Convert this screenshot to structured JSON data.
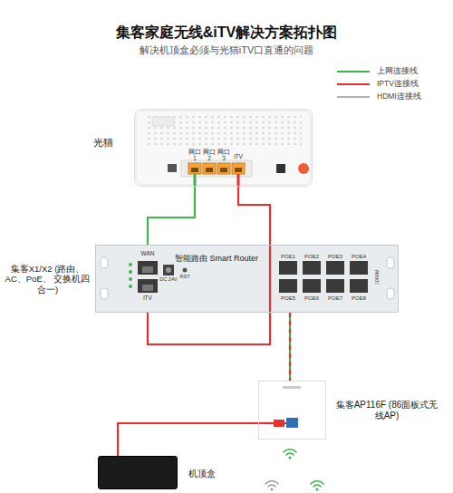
{
  "diagram": {
    "title": "集客家庭无线&iTV解决方案拓扑图",
    "nodes": [
      {
        "text": [
          "光猫"
        ]
      },
      {
        "text": [
          "集客X1/X2 (路由、AC、PoE、 交换机四合一)",
          "智能路由 Smart Router"
        ]
      },
      {
        "text": [
          "集客AP116F (86面板式无线AP)"
        ]
      },
      {
        "text": [
          "机顶盒"
        ]
      }
    ],
    "edges": [
      {
        "from": 0,
        "to": 1,
        "arrow": "none"
      },
      {
        "from": 0,
        "to": 1,
        "arrow": "none"
      },
      {
        "from": 1,
        "to": 2,
        "arrow": "none"
      },
      {
        "from": 2,
        "to": 3,
        "arrow": "none"
      }
    ],
    "labels": [
      "解决机顶盒必须与光猫iTV口直通的问题",
      "网口 1",
      "网口 2",
      "网口 3",
      "iTV",
      "WAN",
      "iTV",
      "DC 24V",
      "RST",
      "1000M",
      "POE1",
      "POE2",
      "POE3",
      "POE4",
      "POE5",
      "POE6",
      "POE7",
      "POE8"
    ],
    "legend": [
      {
        "text": "上网连接线",
        "color": "#3cb54a"
      },
      {
        "text": "IPTV连接线",
        "color": "#e8312f"
      },
      {
        "text": "HDMI连接线",
        "color": "#b4b4b4"
      }
    ]
  }
}
